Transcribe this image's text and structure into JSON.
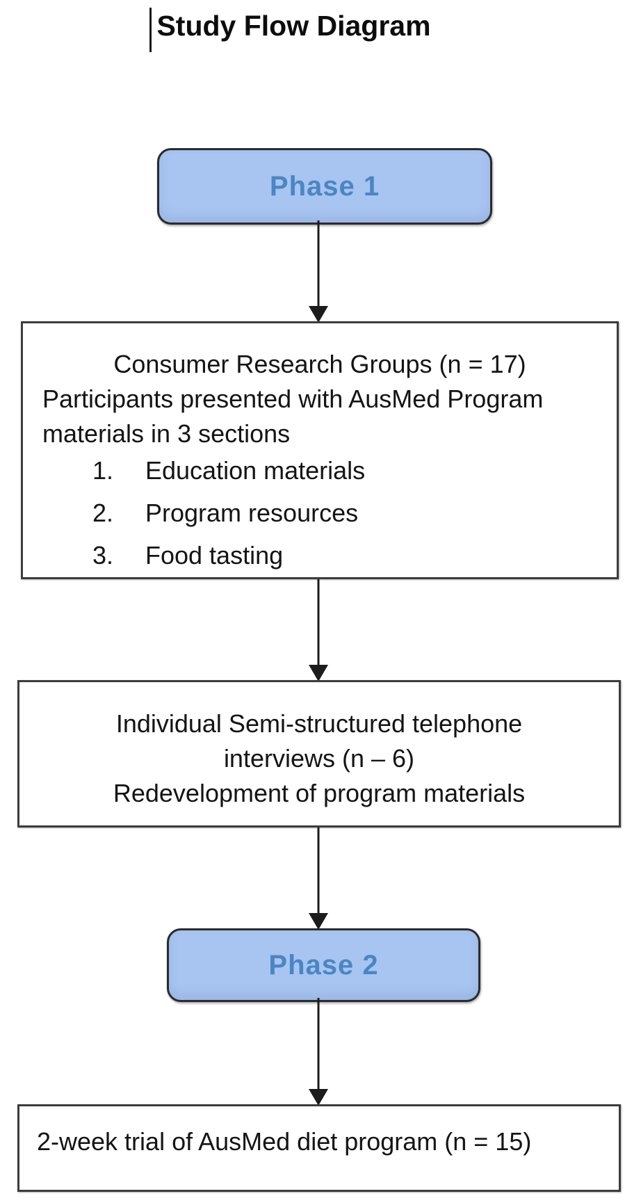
{
  "title": "Study Flow Diagram",
  "colors": {
    "background": "#ffffff",
    "text": "#141414",
    "phase_fill": "#a8c4f0",
    "phase_text": "#4a86c4",
    "phase_border": "#2b2b2b",
    "box_border": "#3c3c3c",
    "arrow": "#1c1c1c"
  },
  "nodes": {
    "phase1": {
      "label": "Phase 1"
    },
    "box1": {
      "lines": [
        "Consumer Research Groups (n = 17)",
        "Participants presented with AusMed Program",
        "materials in 3 sections"
      ],
      "list": [
        {
          "num": "1.",
          "text": "Education materials"
        },
        {
          "num": "2.",
          "text": "Program resources"
        },
        {
          "num": "3.",
          "text": "Food tasting"
        }
      ]
    },
    "box2": {
      "lines": [
        "Individual Semi-structured telephone",
        "interviews (n – 6)",
        "Redevelopment of program materials"
      ]
    },
    "phase2": {
      "label": "Phase 2"
    },
    "box3": {
      "text": "2-week trial of AusMed diet program (n = 15)"
    }
  }
}
